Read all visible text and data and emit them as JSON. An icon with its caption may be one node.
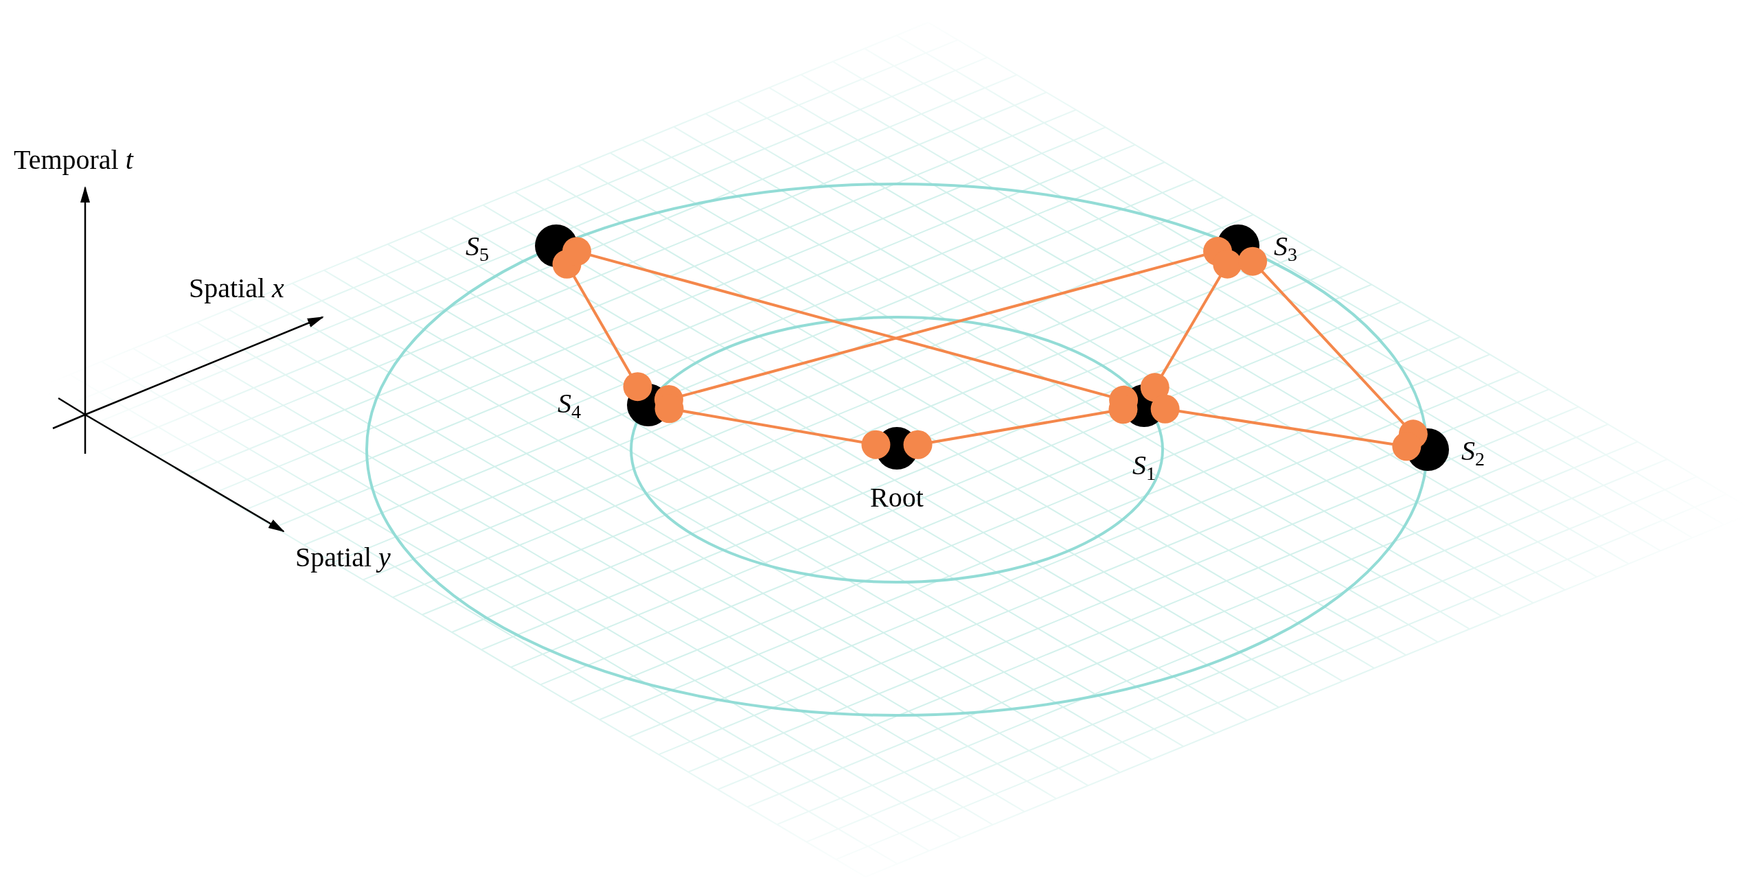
{
  "diagram": {
    "nodes": [
      {
        "text": [],
        "shape": "circle",
        "beside": [
          "S$_{5}$"
        ]
      },
      {
        "text": [],
        "shape": "circle",
        "beside": [
          "S$_{3}$"
        ]
      },
      {
        "text": [],
        "shape": "circle",
        "beside": [
          "S$_{4}$"
        ]
      },
      {
        "text": [],
        "shape": "circle",
        "beside": [
          "S$_{1}$"
        ]
      },
      {
        "text": [],
        "shape": "circle",
        "beside": [
          "S$_{2}$"
        ]
      },
      {
        "text": [],
        "shape": "circle",
        "beside": [
          "Root"
        ]
      }
    ],
    "edges": [
      {
        "from": 0,
        "to": 2,
        "arrow": "other"
      },
      {
        "from": 0,
        "to": 3,
        "arrow": "other"
      },
      {
        "from": 1,
        "to": 2,
        "arrow": "other"
      },
      {
        "from": 1,
        "to": 3,
        "arrow": "other"
      },
      {
        "from": 1,
        "to": 4,
        "arrow": "other"
      },
      {
        "from": 2,
        "to": 5,
        "arrow": "other"
      },
      {
        "from": 5,
        "to": 3,
        "arrow": "other"
      },
      {
        "from": 3,
        "to": 4,
        "arrow": "other"
      }
    ],
    "labels": [
      "Temporal *t*",
      "Spatial *x*",
      "Spatial *y*"
    ]
  }
}
